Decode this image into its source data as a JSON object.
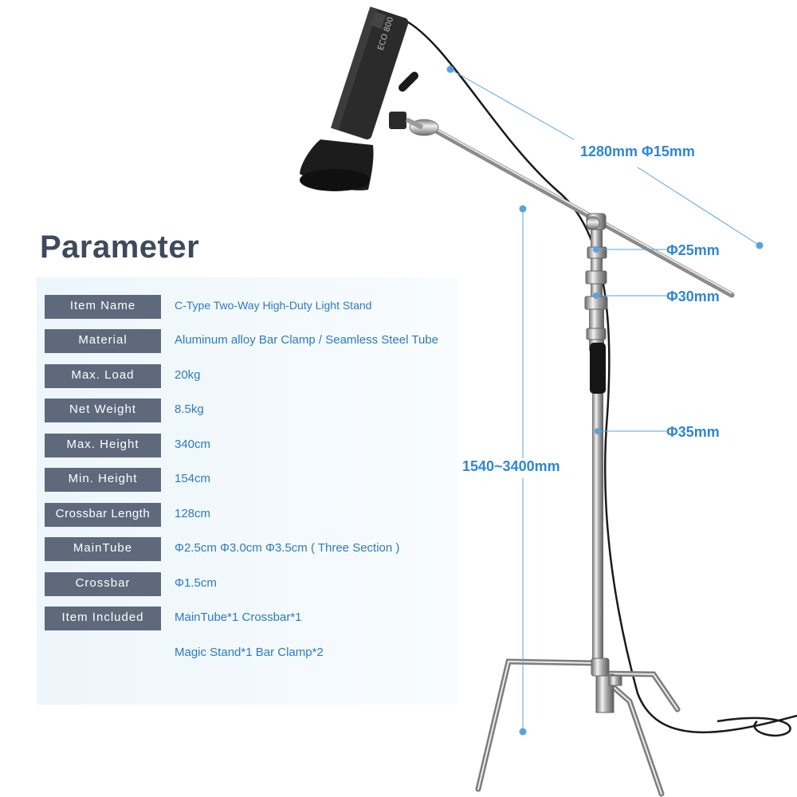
{
  "heading": "Parameter",
  "specs": [
    {
      "label": "Item Name",
      "value": "C-Type Two-Way High-Duty Light Stand"
    },
    {
      "label": "Material",
      "value": "Aluminum alloy Bar Clamp / Seamless Steel Tube"
    },
    {
      "label": "Max. Load",
      "value": "20kg"
    },
    {
      "label": "Net Weight",
      "value": "8.5kg"
    },
    {
      "label": "Max. Height",
      "value": "340cm"
    },
    {
      "label": "Min. Height",
      "value": "154cm"
    },
    {
      "label": "Crossbar Length",
      "value": "128cm"
    },
    {
      "label": "MainTube",
      "value": "Φ2.5cm Φ3.0cm Φ3.5cm ( Three Section )"
    },
    {
      "label": "Crossbar",
      "value": "Φ1.5cm"
    },
    {
      "label": "Item Included",
      "value": "MainTube*1  Crossbar*1"
    }
  ],
  "included_extra": "Magic Stand*1   Bar Clamp*2",
  "dimensions": {
    "crossbar": "1280mm  Φ15mm",
    "tube_top": "Φ25mm",
    "tube_mid": "Φ30mm",
    "tube_bottom": "Φ35mm",
    "height_range": "1540~3400mm"
  },
  "light_brand": "ECO 800",
  "colors": {
    "label_bg": "#5e6a7b",
    "value_text": "#2c7bbd",
    "dimension_text": "#2f86d3",
    "heading": "#3d4a5c",
    "panel_bg": "#edf6fb"
  }
}
